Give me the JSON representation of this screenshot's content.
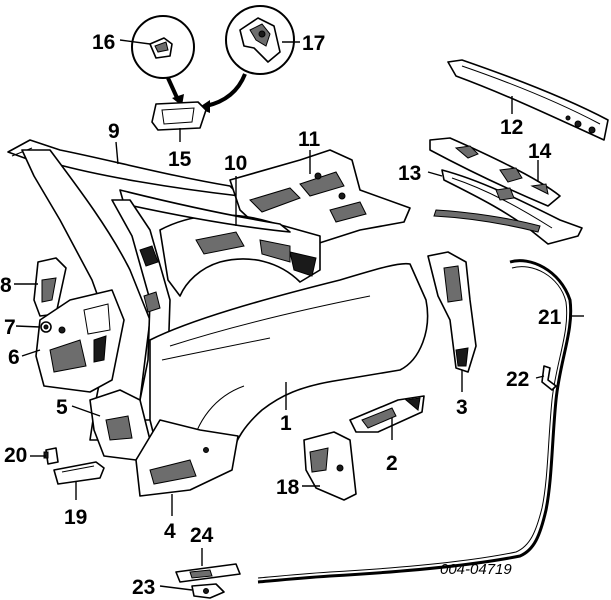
{
  "diagram": {
    "part_number": "004-04719",
    "callouts": [
      "1",
      "2",
      "3",
      "4",
      "5",
      "6",
      "7",
      "8",
      "9",
      "10",
      "11",
      "12",
      "13",
      "14",
      "15",
      "16",
      "17",
      "18",
      "19",
      "20",
      "21",
      "22",
      "23",
      "24"
    ]
  }
}
